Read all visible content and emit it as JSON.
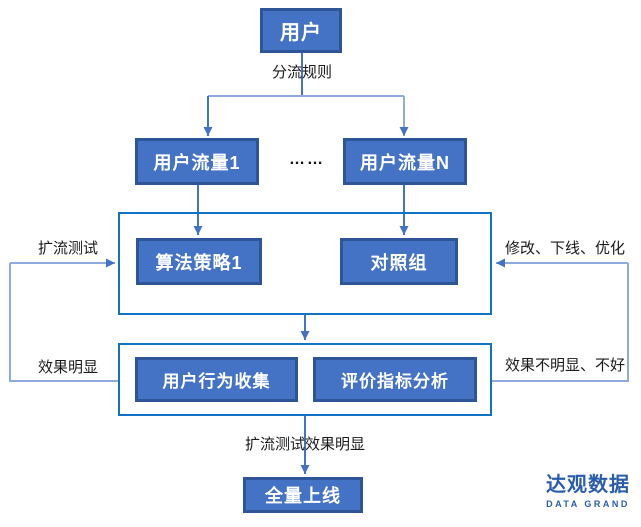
{
  "colors": {
    "box_fill": "#4472C4",
    "box_border": "#2E5597",
    "container_border": "#1173C5",
    "connector_dark": "#4472C4",
    "connector_light": "#8FAADC",
    "label_text": "#1A1A1A",
    "logo_blue": "#2B5DAD",
    "canvas_bg": "#FFFFFF"
  },
  "nodes": {
    "user": "用户",
    "traffic_1": "用户流量1",
    "ellipsis": "……",
    "traffic_n": "用户流量N",
    "strategy_1": "算法策略1",
    "control_group": "对照组",
    "behavior_collect": "用户行为收集",
    "metric_analysis": "评价指标分析",
    "full_launch": "全量上线"
  },
  "labels": {
    "split_rule": "分流规则",
    "expand_test": "扩流测试",
    "modify_offline_optimize": "修改、下线、优化",
    "effect_obvious": "效果明显",
    "effect_not_obvious": "效果不明显、不好",
    "expand_test_effect": "扩流测试效果明显"
  },
  "logo": {
    "name_cn": "达观数据",
    "name_en": "DATA GRAND"
  }
}
